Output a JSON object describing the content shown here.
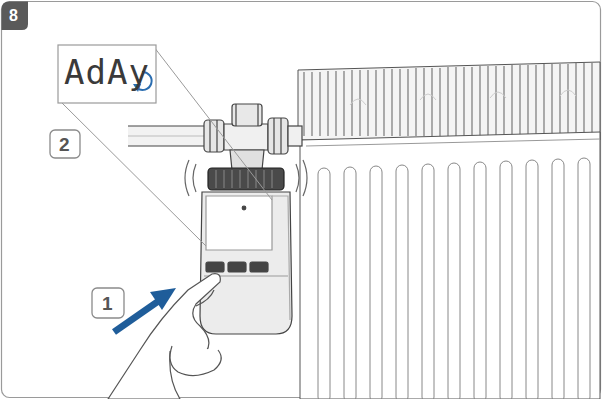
{
  "diagram": {
    "labels": [
      "8",
      "AdAy",
      "2",
      "1"
    ]
  }
}
